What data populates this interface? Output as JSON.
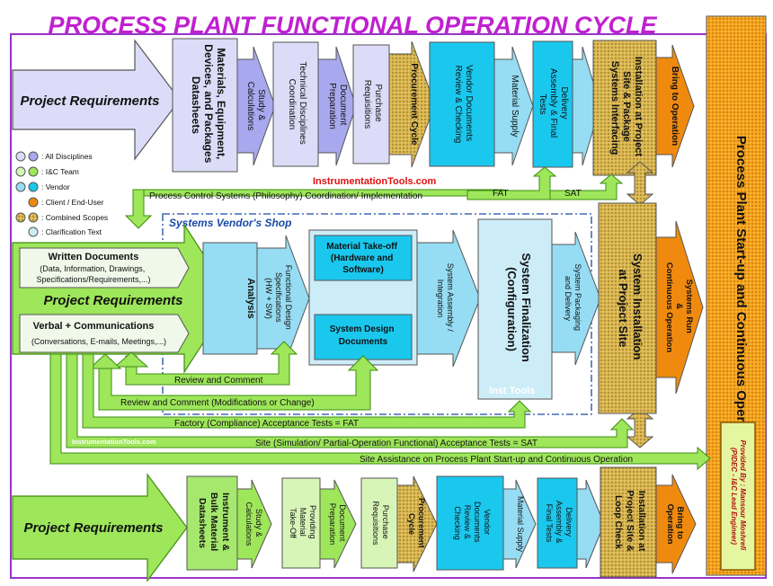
{
  "title": "PROCESS PLANT FUNCTIONAL OPERATION CYCLE",
  "colors": {
    "title": "#c020d0",
    "border": "#9933cc",
    "discipline": "#dcdcf8",
    "ic": "#a6e86e",
    "vendor": "#1ac8ee",
    "client": "#f08a0e",
    "combined": "#d4b44c",
    "clarification": "#ccecf8",
    "green": "#9ee65a",
    "dark_green": "#3d8c12"
  },
  "top": {
    "project_requirements": "Project Requirements",
    "watermark": "Inst Tools",
    "materials_datasheets": [
      "Materials, Equipment,",
      "Devices, and Packages",
      "Datasheets"
    ],
    "study": [
      "Study &",
      "Calculations"
    ],
    "tech_coord": [
      "Technical Disciplines",
      "Coordination"
    ],
    "doc_prep": [
      "Document",
      "Preparation"
    ],
    "purchase": [
      "Purchase",
      "Requisitions"
    ],
    "procurement": "Procurement Cycle",
    "vendor_docs": [
      "Vendor Documents",
      "Review & Checking"
    ],
    "material_supply": "Material Supply",
    "delivery_assembly": [
      "Delivery",
      "Assembly & Final",
      "Tests"
    ],
    "installation": [
      "Installation at Project",
      "Site & Package",
      "Systems Interfacing"
    ],
    "bring": "Bring to Operation"
  },
  "legend": [
    {
      "label": ": All Disciplines"
    },
    {
      "label": ": I&C Team"
    },
    {
      "label": ": Vendor"
    },
    {
      "label": ": Client / End-User"
    },
    {
      "label": ": Combined Scopes"
    },
    {
      "label": ": Clarification Text"
    }
  ],
  "website": "InstrumentationTools.com",
  "website_small": "InstrumentationTools.com",
  "pcs_coordination": "Process Control Systems (Philosophy) Coordination/ Implementation",
  "fat": "FAT",
  "sat": "SAT",
  "vendor_shop": "Systems Vendor's Shop",
  "middle": {
    "written_docs": "Written Documents",
    "written_detail": [
      "(Data, Information, Drawings,",
      "Specifications/Requirements,...)"
    ],
    "project_requirements": "Project Requirements",
    "verbal": "Verbal + Communications",
    "verbal_detail": "(Conversations, E-mails, Meetings,...)",
    "analysis": "Analysis",
    "functional_spec": [
      "Functional Design",
      "Specifications",
      "(HW + SW)"
    ],
    "mto": [
      "Material Take-off",
      "(Hardware and",
      "Software)"
    ],
    "design_docs": [
      "System Design",
      "Documents"
    ],
    "assembly": [
      "System Assembly /",
      "Integration"
    ],
    "finalization": [
      "System Finalization",
      "(Configuration)"
    ],
    "packaging": [
      "System Packaging",
      "and Delivery"
    ],
    "installation_site": [
      "System Installation",
      "at Project Site"
    ],
    "run": [
      "Systems Run",
      "&",
      "Continuous Operation"
    ],
    "watermark": "Inst Tools"
  },
  "review1": "Review and Comment",
  "review2": "Review and Comment (Modifications or Change)",
  "fat_full": "Factory (Compliance) Acceptance Tests = FAT",
  "sat_full": "Site (Simulation/ Partial-Operation Functional) Acceptance Tests = SAT",
  "site_assist": "Site Assistance on Process Plant Start-up and Continuous Operation",
  "startup": "Process Plant Start-up and Continuous Operation",
  "provided": [
    "Provided By : Mansour Moshrefi",
    "(PIDEC - I&C Lead Engineer)"
  ],
  "bottom": {
    "project_requirements": "Project Requirements",
    "datasheets": [
      "Instrument &",
      "Bulk Material",
      "Datasheets"
    ],
    "study": [
      "Study &",
      "Calculations"
    ],
    "mto": [
      "Providing",
      "Material",
      "Take-Off"
    ],
    "doc_prep": [
      "Document",
      "Preparation"
    ],
    "purchase": [
      "Purchase",
      "Requisitions"
    ],
    "procurement": [
      "Procurement",
      "Cycle"
    ],
    "vendor_docs": [
      "Vendor",
      "Documents",
      "Review &",
      "Checking"
    ],
    "material_supply": "Material Supply",
    "delivery_assembly": [
      "Delivery",
      "Assembly &",
      "Final Tests"
    ],
    "installation": [
      "Installation at",
      "Project Site &",
      "Loop Check"
    ],
    "bring": [
      "Bring to",
      "Operation"
    ]
  }
}
